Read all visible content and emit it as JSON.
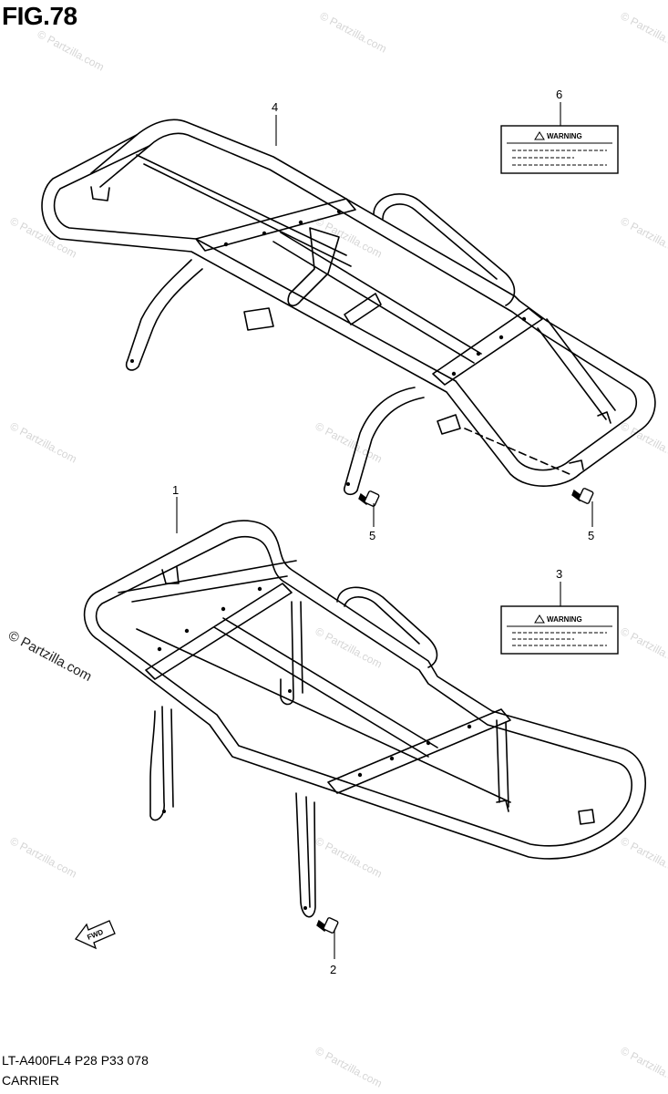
{
  "figure": {
    "title": "FIG.78"
  },
  "callouts": [
    {
      "number": "1"
    },
    {
      "number": "2"
    },
    {
      "number": "3"
    },
    {
      "number": "4"
    },
    {
      "number": "5"
    },
    {
      "number": "5"
    },
    {
      "number": "6"
    }
  ],
  "warning_labels": [
    {
      "text": "WARNING"
    },
    {
      "text": "WARNING"
    }
  ],
  "direction_arrow": {
    "text": "FWD"
  },
  "watermark": {
    "text": "© Partzilla.com"
  },
  "footer": {
    "model_line": "LT-A400FL4  P28  P33  078",
    "part_name": "CARRIER"
  }
}
